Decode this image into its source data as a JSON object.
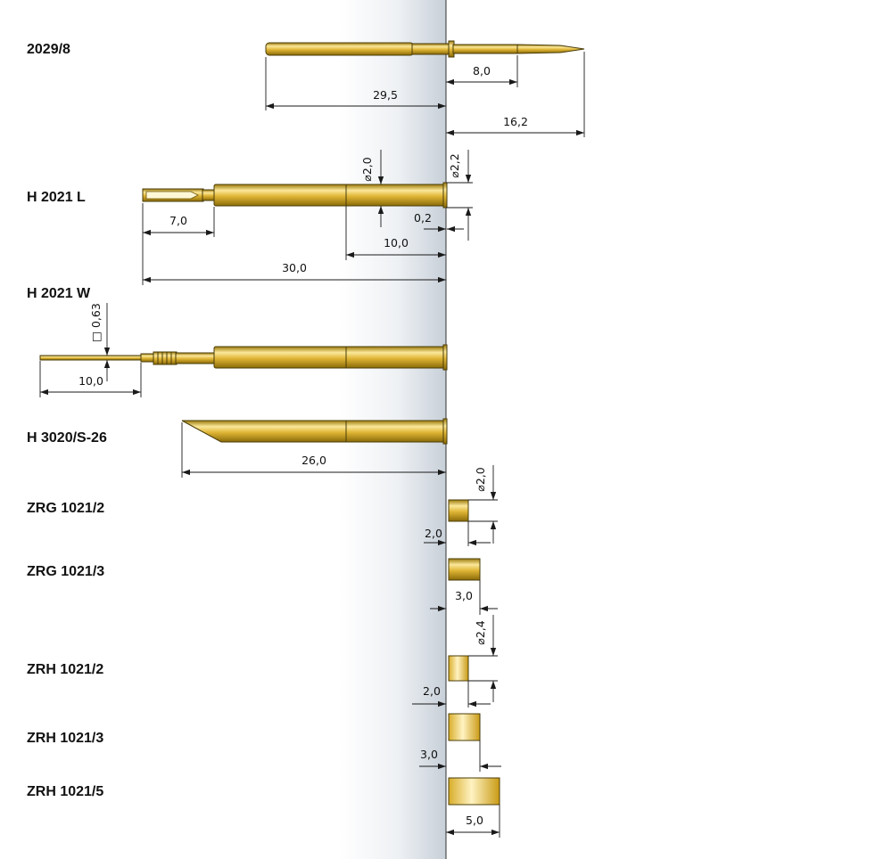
{
  "parts": [
    {
      "id": "2029-8",
      "label": "2029/8"
    },
    {
      "id": "h2021l",
      "label": "H 2021 L"
    },
    {
      "id": "h2021w",
      "label": "H 2021 W"
    },
    {
      "id": "h3020",
      "label": "H 3020/S-26"
    },
    {
      "id": "zrg2",
      "label": "ZRG 1021/2"
    },
    {
      "id": "zrg3",
      "label": "ZRG 1021/3"
    },
    {
      "id": "zrh2",
      "label": "ZRH 1021/2"
    },
    {
      "id": "zrh3",
      "label": "ZRH 1021/3"
    },
    {
      "id": "zrh5",
      "label": "ZRH 1021/5"
    }
  ],
  "dimensions": {
    "p2029_8": {
      "tip": "8,0",
      "overall": "29,5",
      "front": "16,2"
    },
    "h2021l": {
      "dia_body": "⌀2,0",
      "dia_flange": "⌀2,2",
      "flange": "0,2",
      "tip": "7,0",
      "barrel": "10,0",
      "overall": "30,0"
    },
    "h2021w": {
      "square": "□ 0,63",
      "tip": "10,0"
    },
    "h3020": {
      "overall": "26,0"
    },
    "zrg2": {
      "dia": "⌀2,0",
      "len": "2,0"
    },
    "zrg3": {
      "len": "3,0"
    },
    "zrh2": {
      "dia": "⌀2,4",
      "len": "2,0"
    },
    "zrh3": {
      "len": "3,0"
    },
    "zrh5": {
      "len": "5,0"
    }
  },
  "colors": {
    "gold_light": "#f7e08a",
    "gold_mid": "#d6a91c",
    "gold_dark": "#8a6a08",
    "plate_shade": "#c9d1d9"
  }
}
